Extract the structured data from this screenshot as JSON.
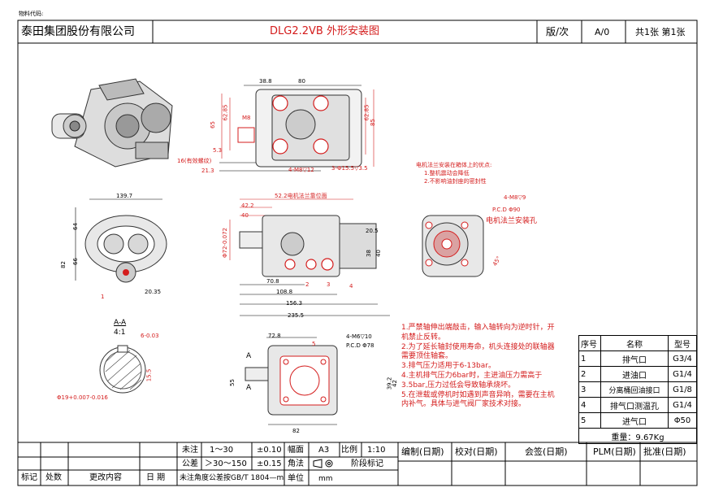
{
  "header": {
    "material_code_label": "物料代码:",
    "company": "泰田集团股份有限公司",
    "drawing_title": "DLG2.2VB 外形安装图",
    "version_label": "版/次",
    "version_value": "A/0",
    "sheets": "共1张 第1张"
  },
  "dims": {
    "top_38_8": "38.8",
    "top_80": "80",
    "top_m8": "M8",
    "top_65": "65",
    "top_62_85_left": "62.85",
    "top_62_85_right": "62.85",
    "top_85": "85",
    "top_5_3": "5.3",
    "top_16": "16(有效螺纹)",
    "top_21_3": "21.3",
    "top_4m8": "4-M8▽12",
    "top_3phi": "3-Φ15.5▽3.5",
    "left_139_7": "139.7",
    "left_64": "64",
    "left_66": "66",
    "left_82": "82",
    "left_20_35": "20.35",
    "center_52_2": "52.2电机法兰靠位面",
    "center_42_2": "42.2",
    "center_40": "40",
    "center_phi": "Φ72-0.072",
    "center_20_5": "20.5",
    "center_38": "38",
    "center_40b": "40",
    "center_70_8": "70.8",
    "center_108_8": "108.8",
    "center_156_3": "156.3",
    "center_235_5": "235.5",
    "right_4m8": "4-M8▽9",
    "right_pcd": "P.C.D Φ90",
    "right_flange": "电机法兰安装孔",
    "right_45": "45°",
    "bottom_72_8": "72.8",
    "bottom_4m6": "4-M6▽10",
    "bottom_pcd": "P.C.D Φ78",
    "bottom_55": "55",
    "bottom_82": "82",
    "bottom_39": "39.2",
    "bottom_42": "42"
  },
  "section": {
    "label": "A-A",
    "scale": "4:1",
    "key": "6-0.03",
    "height": "15.5",
    "dia": "Φ19+0.007-0.016"
  },
  "motor_notes": {
    "title": "电机法兰安装在箱体上的优点:",
    "items": [
      "1.整机震动会降低",
      "2.不影响油封座的密封性"
    ]
  },
  "notes": [
    "1.严禁轴伸出端敲击，输入轴转向为逆时针，开",
    "机禁止反转。",
    "2.为了延长轴封使用寿命，机头连接处的联轴器",
    "需要顶住轴套。",
    "3.排气压力适用于6-13bar。",
    "4.主机排气压力6bar时，主进油压力需高于",
    "3.5bar,压力过低会导致轴承烧坏。",
    "5.在泄载或停机时如遇到声音异响，需要在主机",
    "内补气。具体与进气阀厂家技术对接。"
  ],
  "ports": {
    "headers": [
      "序号",
      "名称",
      "型号"
    ],
    "rows": [
      [
        "1",
        "排气口",
        "G3/4"
      ],
      [
        "2",
        "进油口",
        "G1/4"
      ],
      [
        "3",
        "分离桶回油接口",
        "G1/8"
      ],
      [
        "4",
        "排气口测温孔",
        "G1/4"
      ],
      [
        "5",
        "进气口",
        "Φ50"
      ]
    ],
    "weight": "重量：9.67Kg"
  },
  "callouts": [
    "1",
    "2",
    "3",
    "4",
    "5",
    "A",
    "A"
  ],
  "title_block": {
    "tol_label": "未注",
    "tol_range1": "1～30",
    "tol_val1": "±0.10",
    "tol_label2": "公差",
    "tol_range2": "＞30～150",
    "tol_val2": "±0.15",
    "format_label": "幅面",
    "format_value": "A3",
    "angle_label": "角法",
    "unit_label": "单位",
    "unit_value": "mm",
    "ratio_label": "比例",
    "ratio_value": "1:10",
    "stage_label": "阶段标记",
    "angle_note": "未注角度公差按GB/T 1804—m",
    "draw": "编制(日期)",
    "check": "校对(日期)",
    "sign": "会签(日期)",
    "plm": "PLM(日期)",
    "approve": "批准(日期)",
    "rev_mark": "标记",
    "rev_count": "处数",
    "rev_content": "更改内容",
    "rev_date": "日 期"
  }
}
